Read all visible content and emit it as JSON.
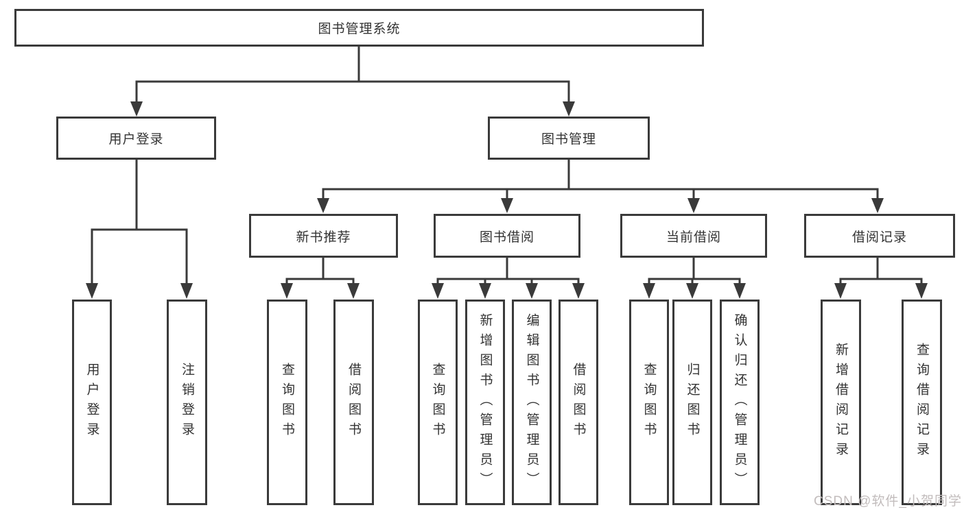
{
  "diagram": {
    "root": {
      "label": "图书管理系统"
    },
    "branches": [
      {
        "label": "用户登录",
        "children": [
          {
            "label": "用户登录"
          },
          {
            "label": "注销登录"
          }
        ]
      },
      {
        "label": "图书管理",
        "children": [
          {
            "label": "新书推荐",
            "children": [
              {
                "label": "查询图书"
              },
              {
                "label": "借阅图书"
              }
            ]
          },
          {
            "label": "图书借阅",
            "children": [
              {
                "label": "查询图书"
              },
              {
                "label": "新增图书（管理员）"
              },
              {
                "label": "编辑图书（管理员）"
              },
              {
                "label": "借阅图书"
              }
            ]
          },
          {
            "label": "当前借阅",
            "children": [
              {
                "label": "查询图书"
              },
              {
                "label": "归还图书"
              },
              {
                "label": "确认归还（管理员）"
              }
            ]
          },
          {
            "label": "借阅记录",
            "children": [
              {
                "label": "新增借阅记录"
              },
              {
                "label": "查询借阅记录"
              }
            ]
          }
        ]
      }
    ],
    "watermark": "CSDN @软件_小贺同学",
    "colors": {
      "line": "#3a3a3a",
      "text": "#333333",
      "watermark": "#c2bcbc",
      "background": "#ffffff"
    }
  }
}
